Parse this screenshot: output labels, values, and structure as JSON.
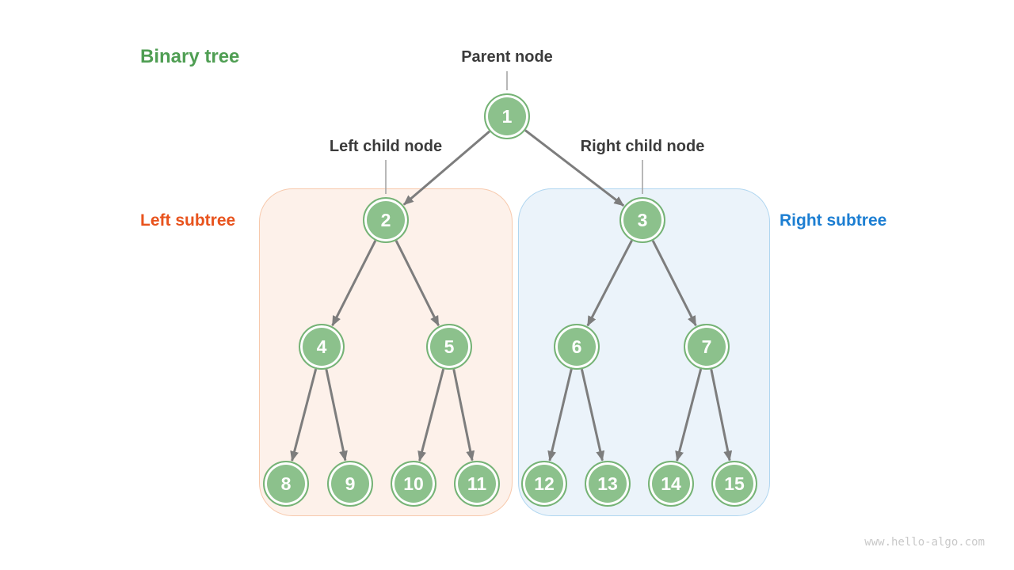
{
  "title": "Binary tree",
  "annotations": {
    "parent_node": "Parent node",
    "left_child_node": "Left child node",
    "right_child_node": "Right child node",
    "left_subtree": "Left subtree",
    "right_subtree": "Right subtree"
  },
  "watermark": "www.hello-algo.com",
  "colors": {
    "title_green": "#4f9e53",
    "node_fill": "#8cc18c",
    "node_ring": "#76b376",
    "left_box_fill": "#fdf1ea",
    "left_box_border": "#f7c9ac",
    "right_box_fill": "#ebf3fa",
    "right_box_border": "#b0d6f0",
    "left_subtree_text": "#e8531d",
    "right_subtree_text": "#1c7ed2",
    "edge": "#7d7d7d",
    "connector": "#a0a0a0",
    "label_text": "#3b3b3b",
    "watermark": "#c9c9c9"
  },
  "chart_data": {
    "type": "diagram-binary-tree",
    "root": "1",
    "node_values": [
      "1",
      "2",
      "3",
      "4",
      "5",
      "6",
      "7",
      "8",
      "9",
      "10",
      "11",
      "12",
      "13",
      "14",
      "15"
    ],
    "edges": [
      [
        "1",
        "2"
      ],
      [
        "1",
        "3"
      ],
      [
        "2",
        "4"
      ],
      [
        "2",
        "5"
      ],
      [
        "3",
        "6"
      ],
      [
        "3",
        "7"
      ],
      [
        "4",
        "8"
      ],
      [
        "4",
        "9"
      ],
      [
        "5",
        "10"
      ],
      [
        "5",
        "11"
      ],
      [
        "6",
        "12"
      ],
      [
        "6",
        "13"
      ],
      [
        "7",
        "14"
      ],
      [
        "7",
        "15"
      ]
    ],
    "groups": {
      "left_subtree": [
        "2",
        "4",
        "5",
        "8",
        "9",
        "10",
        "11"
      ],
      "right_subtree": [
        "3",
        "6",
        "7",
        "12",
        "13",
        "14",
        "15"
      ]
    }
  }
}
